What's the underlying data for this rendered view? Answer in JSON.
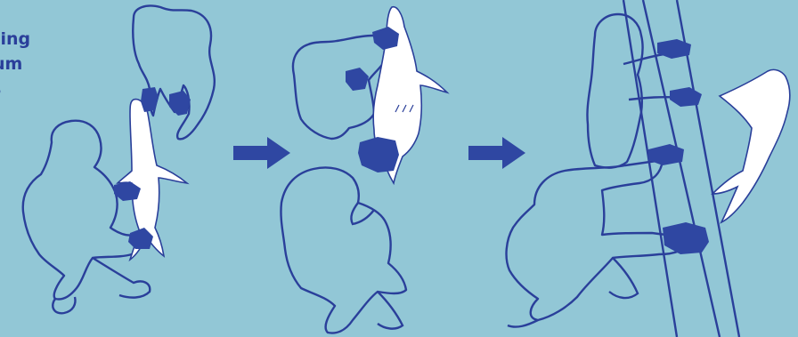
{
  "caption": {
    "lines": [
      "ling",
      "um",
      "s"
    ]
  },
  "panels": [
    {
      "id": "step-1"
    },
    {
      "id": "step-2"
    },
    {
      "id": "step-3"
    }
  ],
  "colors": {
    "background": "#92c7d6",
    "outline": "#2a3f9a",
    "glove": "#2f47a2",
    "shark": "#ffffff",
    "arrow": "#2f47a2"
  },
  "icons": [
    "person-outline",
    "gloved-hand-icon",
    "shark-icon",
    "arrow-right-icon",
    "boat-ladder-icon"
  ]
}
